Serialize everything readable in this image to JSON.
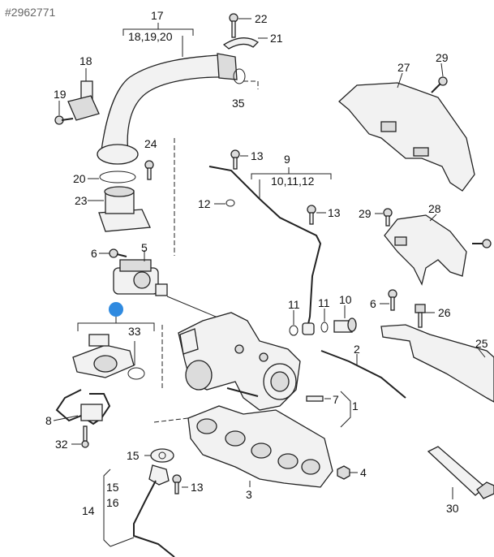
{
  "diagram_number": "#2962771",
  "marker_color": "#2f8ae0",
  "labels": {
    "p17": "17",
    "p18_19_20": "18,19,20",
    "p22": "22",
    "p21": "21",
    "p18": "18",
    "p19": "19",
    "p35": "35",
    "p27": "27",
    "p29a": "29",
    "p24": "24",
    "p13a": "13",
    "p9": "9",
    "p10_11_12": "10,11,12",
    "p20": "20",
    "p12": "12",
    "p13b": "13",
    "p23": "23",
    "p29b": "29",
    "p28": "28",
    "p6a": "6",
    "p5": "5",
    "p11": "11",
    "p10": "10",
    "p6b": "6",
    "p26": "26",
    "p33": "33",
    "p25": "25",
    "p2": "2",
    "p7": "7",
    "p1": "1",
    "p8": "8",
    "p32": "32",
    "p15a": "15",
    "p4": "4",
    "p13c": "13",
    "p15b": "15",
    "p16": "16",
    "p14": "14",
    "p3": "3",
    "p30": "30"
  }
}
